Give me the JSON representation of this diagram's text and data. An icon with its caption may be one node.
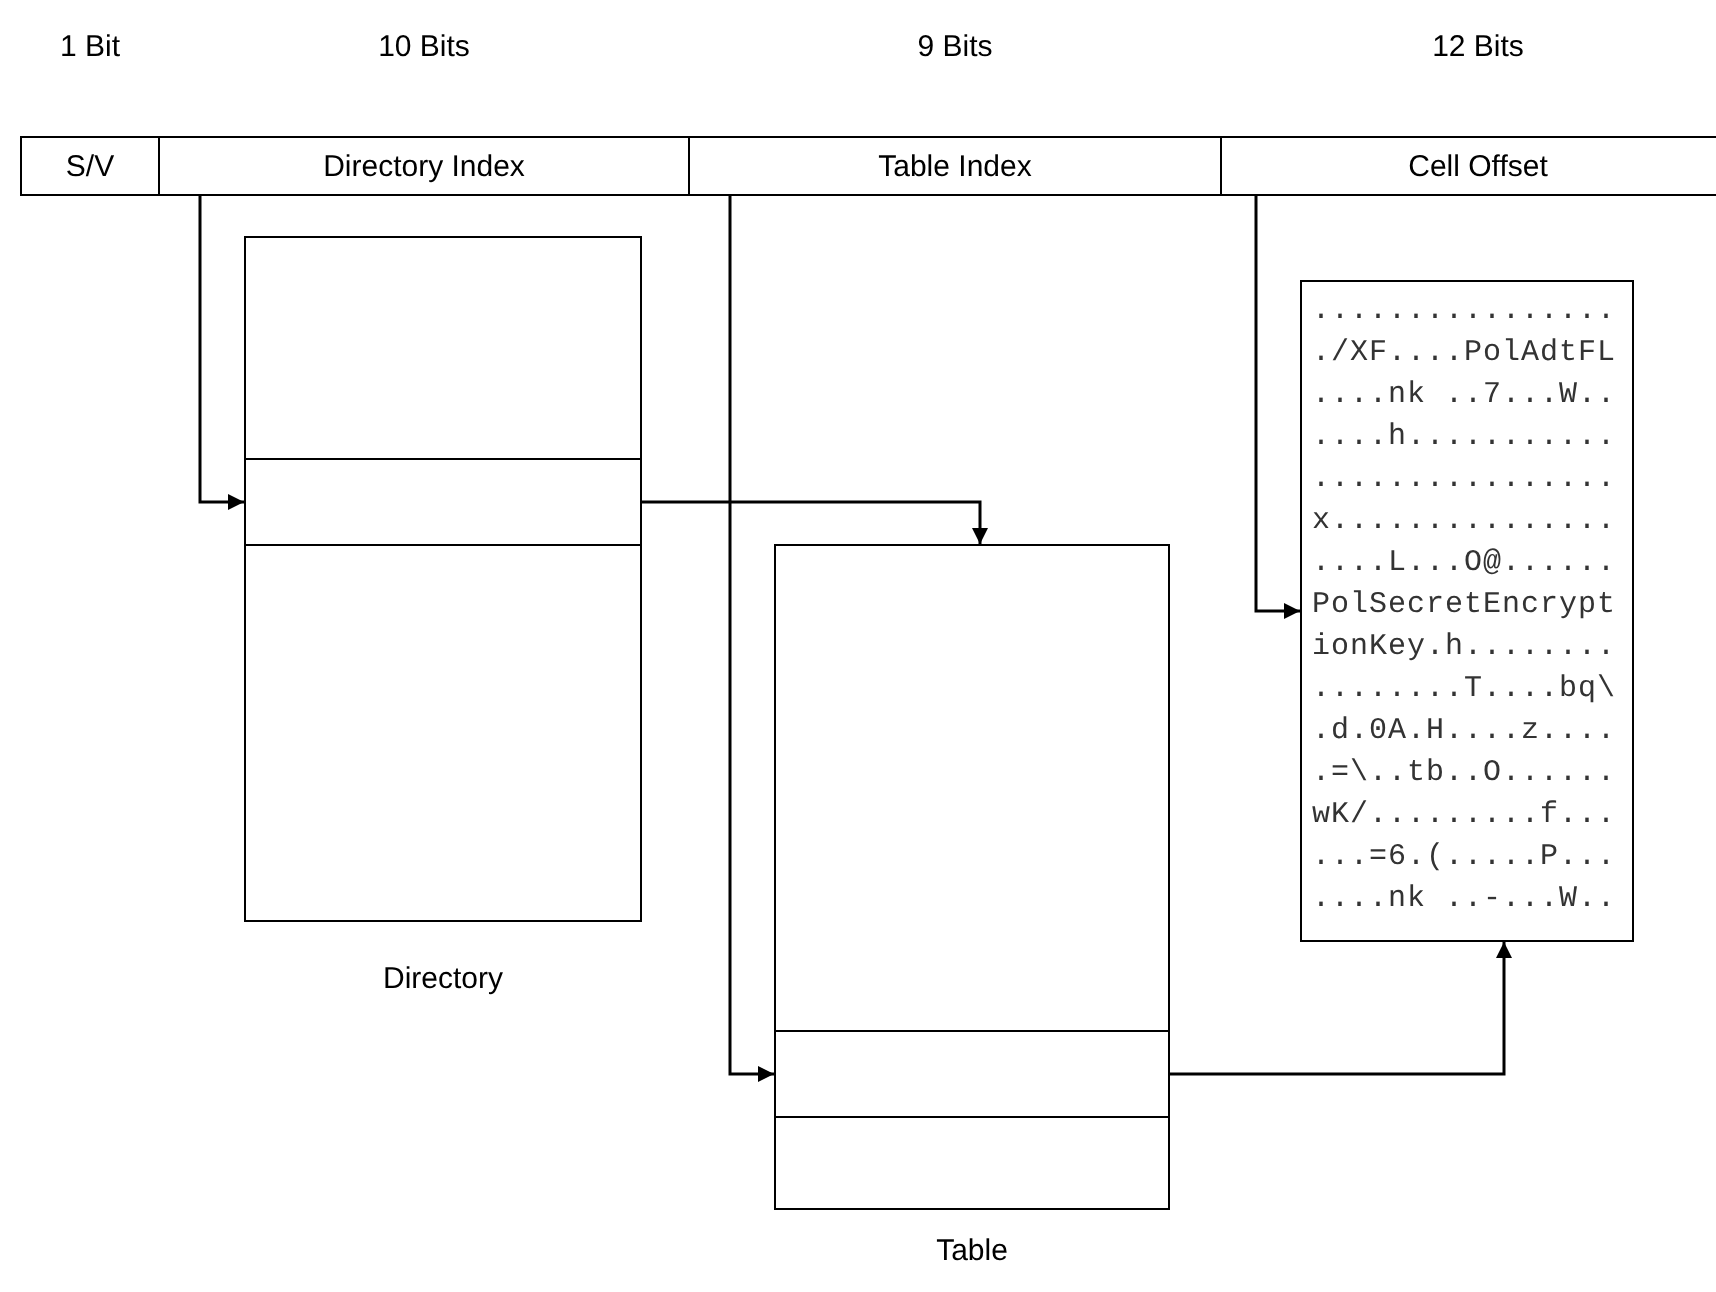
{
  "diagram": {
    "nodes": [
      {
        "text": [
          "S/V"
        ],
        "beside": [
          "1 Bit"
        ]
      },
      {
        "text": [
          "Directory Index"
        ],
        "beside": [
          "10 Bits"
        ]
      },
      {
        "text": [
          "Table Index"
        ],
        "beside": [
          "9 Bits"
        ]
      },
      {
        "text": [
          "Cell Offset"
        ],
        "beside": [
          "12 Bits"
        ]
      },
      {
        "text": [
          "Directory"
        ]
      },
      {
        "text": [],
        "shape": "box",
        "in": 4
      },
      {
        "text": [
          "Table"
        ]
      },
      {
        "text": [],
        "shape": "box",
        "in": 6
      },
      {
        "text": [
          "................",
          "./XF....PolAdtFL",
          "....nk ..7...W..",
          "....h...........",
          "................",
          "x...............",
          "....L...O@......",
          "PolSecretEncrypt",
          "ionKey.h........",
          "........T....bq\\",
          ".d.0A.H....z....",
          ".=\\..tb..O......",
          "wK/.........f...",
          "...=6.(.....P...",
          "....nk ..-...W.."
        ]
      }
    ],
    "edges": [
      {
        "from": 1,
        "to": 5,
        "arrow": "to"
      },
      {
        "from": 5,
        "to": 6,
        "arrow": "to"
      },
      {
        "from": 2,
        "to": 7,
        "arrow": "to"
      },
      {
        "from": 3,
        "to": 8,
        "arrow": "to"
      },
      {
        "from": 7,
        "to": 8,
        "arrow": "to"
      }
    ]
  }
}
